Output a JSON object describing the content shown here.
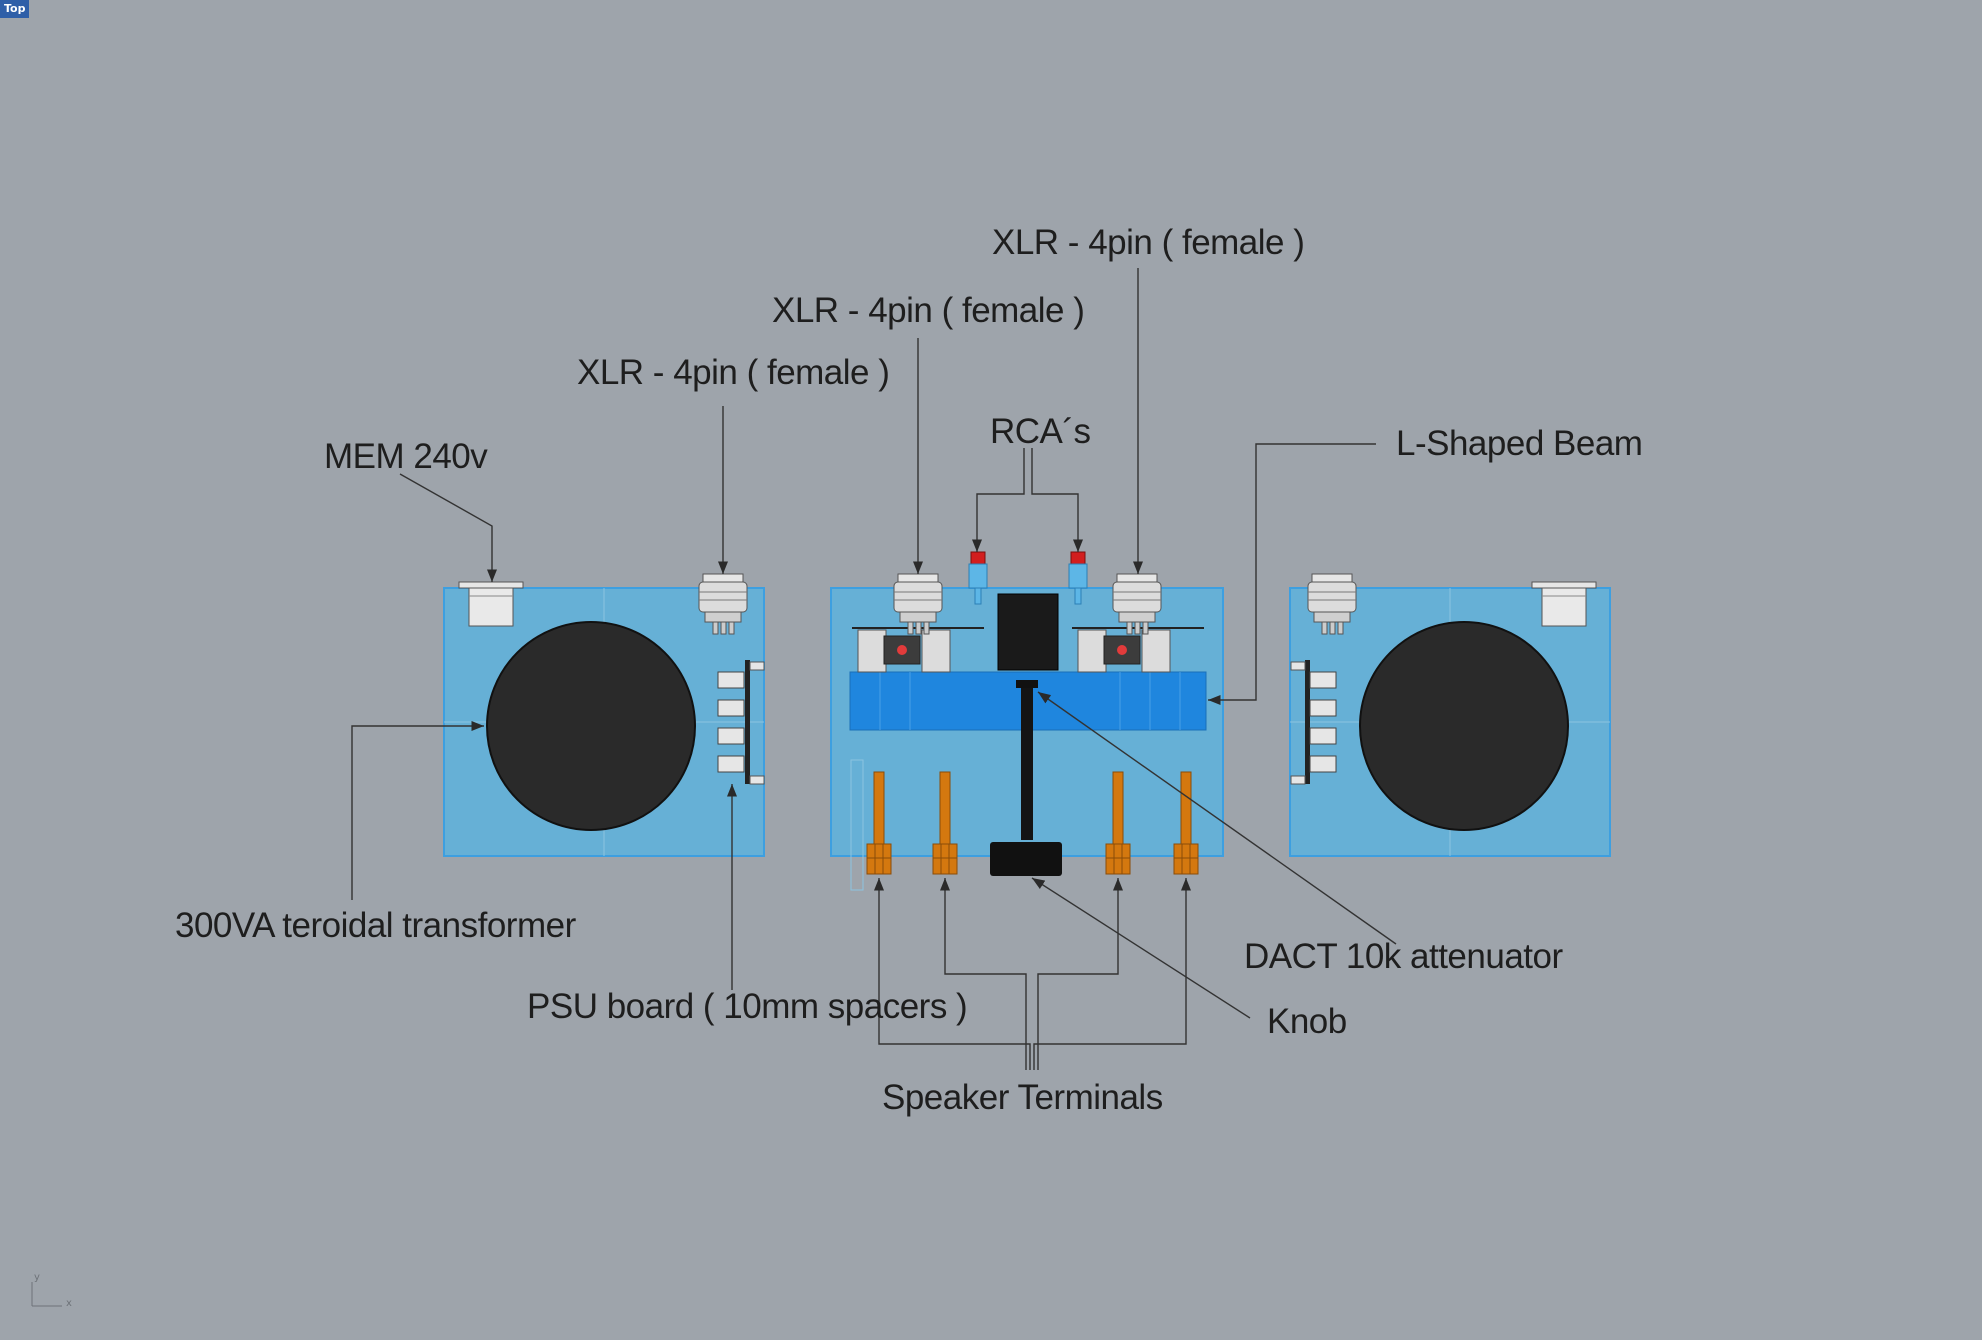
{
  "viewport": {
    "name": "Top"
  },
  "axes": {
    "x": "x",
    "y": "y"
  },
  "colors": {
    "background": "#9ea4ab",
    "panel": "#66b0d6",
    "panel_edge": "#3d9fe0",
    "beam": "#1f86de",
    "transformer": "#2a2a2a",
    "terminal": "#d4780f",
    "rca_tip": "#d21e1e",
    "leader": "#333333"
  },
  "labels": {
    "xlr_right": "XLR - 4pin ( female )",
    "xlr_mid": "XLR - 4pin ( female )",
    "xlr_left": "XLR - 4pin ( female )",
    "rcas": "RCA´s",
    "l_beam": "L-Shaped Beam",
    "mem": "MEM 240v",
    "transformer": "300VA teroidal transformer",
    "psu": "PSU board ( 10mm spacers )",
    "dact": "DACT 10k attenuator",
    "knob": "Knob",
    "speaker": "Speaker Terminals"
  }
}
